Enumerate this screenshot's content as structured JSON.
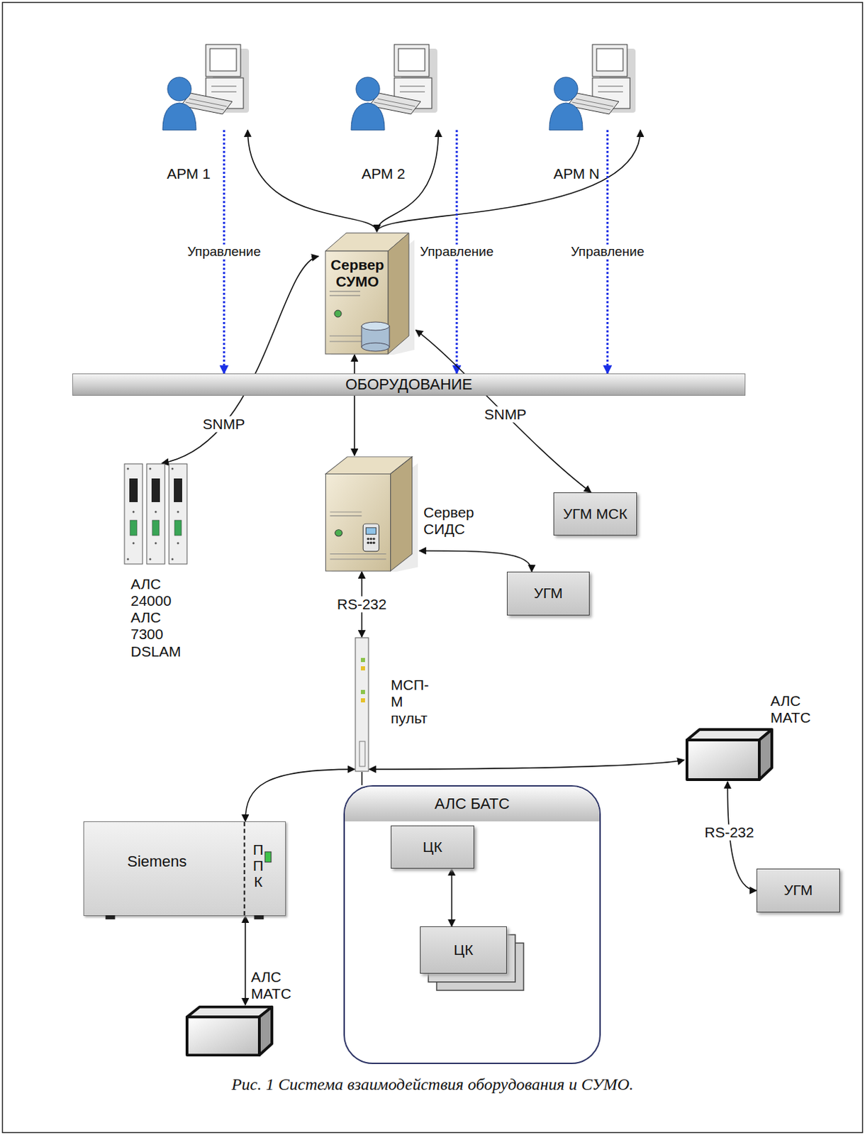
{
  "diagram": {
    "caption": "Рис. 1 Система взаимодействия оборудования и СУМО.",
    "nodes": [
      {
        "text": [
          "АРМ 1"
        ]
      },
      {
        "text": [
          "АРМ 2"
        ]
      },
      {
        "text": [
          "АРМ N"
        ]
      },
      {
        "text": [
          "Сервер СУМО"
        ]
      },
      {
        "text": [
          "ОБОРУДОВАНИЕ"
        ]
      },
      {
        "text": [
          "АЛС 24000 АЛС 7300 DSLAM"
        ]
      },
      {
        "text": [
          "Сервер СИДС"
        ]
      },
      {
        "text": [
          "УГМ МСК"
        ]
      },
      {
        "text": [
          "УГМ"
        ]
      },
      {
        "text": [
          "МСП-М пульт"
        ]
      },
      {
        "text": [
          "Siemens",
          "П П К"
        ]
      },
      {
        "text": [
          "АЛС БАТС"
        ]
      },
      {
        "text": [
          "ЦК"
        ],
        "in": 11
      },
      {
        "text": [
          "ЦК"
        ],
        "in": 11
      },
      {
        "text": [
          "АЛС МАТС"
        ]
      },
      {
        "text": [
          "УГМ"
        ]
      },
      {
        "text": [
          "АЛС МАТС"
        ]
      }
    ],
    "edges": [
      {
        "from": 3,
        "to": 0,
        "arrow": "both"
      },
      {
        "from": 3,
        "to": 1,
        "arrow": "both"
      },
      {
        "from": 3,
        "to": 2,
        "arrow": "both"
      },
      {
        "from": 0,
        "to": 4,
        "label": "Управление",
        "arrow": "to"
      },
      {
        "from": 1,
        "to": 4,
        "label": "Управление",
        "arrow": "to"
      },
      {
        "from": 2,
        "to": 4,
        "label": "Управление",
        "arrow": "to"
      },
      {
        "from": 3,
        "to": 5,
        "label": "SNMP",
        "arrow": "both"
      },
      {
        "from": 3,
        "to": 6,
        "arrow": "both"
      },
      {
        "from": 3,
        "to": 7,
        "label": "SNMP",
        "arrow": "both"
      },
      {
        "from": 6,
        "to": 8,
        "arrow": "both"
      },
      {
        "from": 6,
        "to": 9,
        "label": "RS-232",
        "arrow": "both"
      },
      {
        "from": 9,
        "to": 10,
        "arrow": "both"
      },
      {
        "from": 9,
        "to": 11,
        "arrow": "none"
      },
      {
        "from": 9,
        "to": 14,
        "arrow": "both"
      },
      {
        "from": 10,
        "to": 16,
        "arrow": "both"
      },
      {
        "from": 12,
        "to": 13,
        "arrow": "both"
      },
      {
        "from": 14,
        "to": 15,
        "label": "RS-232",
        "arrow": "both"
      }
    ]
  }
}
